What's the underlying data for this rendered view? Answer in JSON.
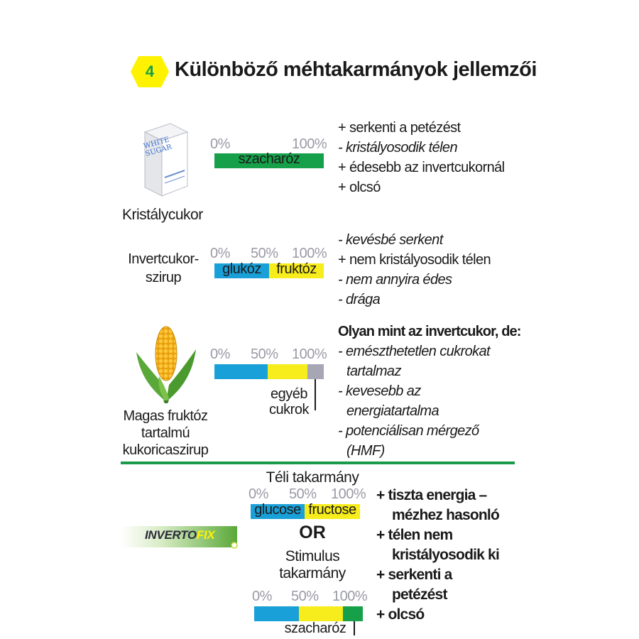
{
  "header": {
    "number": "4",
    "title": "Különböző méhtakarmányok jellemzői"
  },
  "colors": {
    "green": "#16a04a",
    "blue": "#1aa0d8",
    "yellow": "#f7ec1c",
    "gray": "#a6a6b4",
    "hex_yellow": "#fff200"
  },
  "sections": {
    "sugar": {
      "name": "Kristálycukor",
      "package_text": "WHITE SUGAR",
      "scale": [
        "0%",
        "100%"
      ],
      "bar_label": "szacharóz",
      "props": [
        "+ serkenti a petézést",
        "- kristályosodik télen",
        "+ édesebb az invertcukornál",
        "+ olcsó"
      ]
    },
    "invert": {
      "name_line1": "Invertcukor-",
      "name_line2": "szirup",
      "scale": [
        "0%",
        "50%",
        "100%"
      ],
      "bar_labels": [
        "glukóz",
        "fruktóz"
      ],
      "props": [
        "- kevésbé serkent",
        "+ nem kristályosodik télen",
        "- nem annyira édes",
        "- drága"
      ]
    },
    "corn": {
      "name_line1": "Magas fruktóz",
      "name_line2": "tartalmú",
      "name_line3": "kukoricaszirup",
      "scale": [
        "0%",
        "50%",
        "100%"
      ],
      "other_label_line1": "egyéb",
      "other_label_line2": "cukrok",
      "props_header": "Olyan mint az invertcukor, de:",
      "props": [
        "- emészthetetlen cukrokat",
        "tartalmaz",
        "- kevesebb az",
        "energiatartalma",
        "- potenciálisan mérgező",
        "(HMF)"
      ]
    },
    "invertofix": {
      "logo_part1": "INVERTO",
      "logo_part2": "FIX",
      "winter_label": "Téli takarmány",
      "scale1": [
        "0%",
        "50%",
        "100%"
      ],
      "bar1_labels": [
        "glucose",
        "fructose"
      ],
      "or_label": "OR",
      "stim_line1": "Stimulus",
      "stim_line2": "takarmány",
      "scale2": [
        "0%",
        "50%",
        "100%"
      ],
      "bar2_label": "szacharóz",
      "props": [
        "+ tiszta energia –",
        "mézhez hasonló",
        "+ télen nem",
        "kristályosodik ki",
        "+ serkenti a",
        "petézést",
        "+ olcsó"
      ]
    }
  }
}
